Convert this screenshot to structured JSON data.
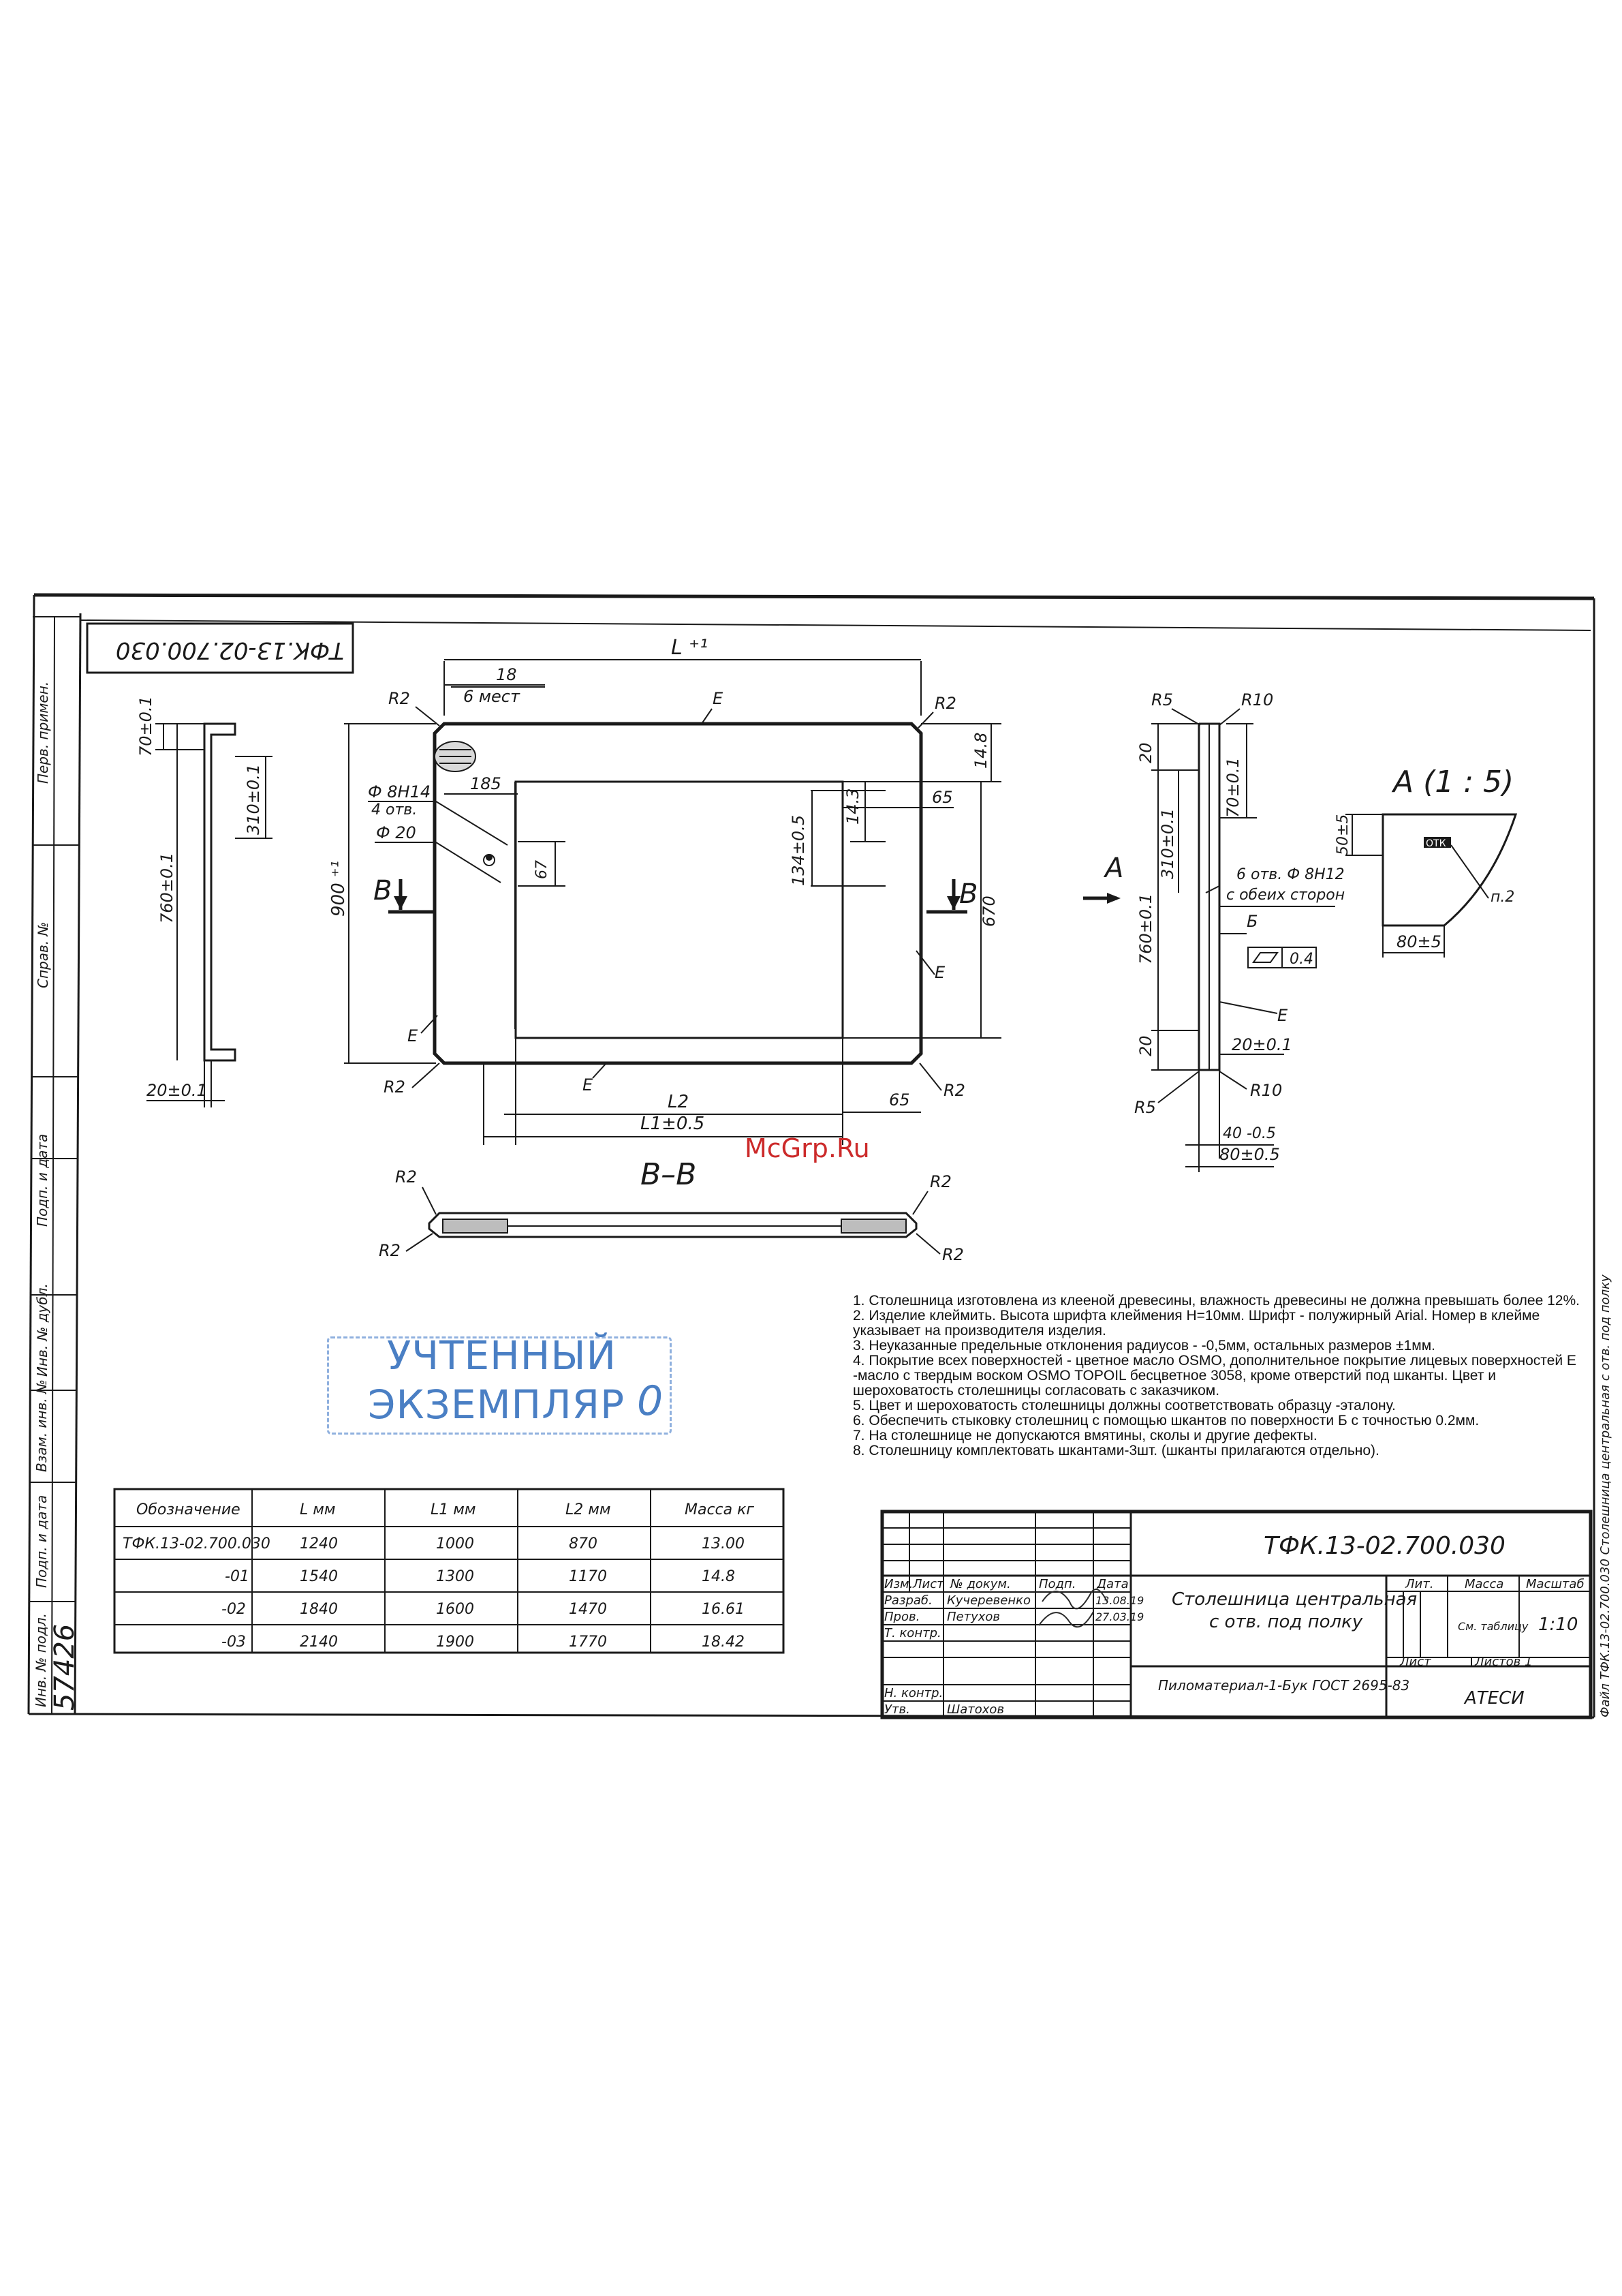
{
  "drawing_number": "ТФК.13-02.700.030",
  "title_block": {
    "name_line1": "Столешница центральная",
    "name_line2": "с отв. под полку",
    "material": "Пиломатериал-1-Бук ГОСТ 2695-83",
    "company": "АТЕСИ",
    "scale": "1:10",
    "mass": "См. таблицу",
    "sheet_label": "Лист",
    "sheets_label": "Листов 1",
    "col_lit": "Лит.",
    "col_mass": "Масса",
    "col_scale": "Масштаб",
    "row_headers": [
      "Изм.",
      "Лист",
      "№ докум.",
      "Подп.",
      "Дата"
    ],
    "roles": [
      "Разраб.",
      "Пров.",
      "Т. контр.",
      "Н. контр.",
      "Утв."
    ],
    "people": [
      "Кучеревенко",
      "Петухов",
      "Шатохов"
    ],
    "dates": [
      "13.08.19",
      "27.03.19"
    ]
  },
  "side_labels": [
    "Перв. примен.",
    "Справ. №",
    "Подп. и дата",
    "Инв. № дубл.",
    "Взам. инв. №",
    "Подп. и дата",
    "Инв. № подл."
  ],
  "side_inv_number": "57426",
  "rotated_stamp": "ТФК.13-02.700.030",
  "right_margin_text": "Файл ТФК.13-02.700.030 Столешница центральная с отв. под полку",
  "dimensions": {
    "L": "L ⁺¹",
    "L1": "L1±0.5",
    "L2": "L2",
    "d18": "18",
    "d6mest": "6 мест",
    "d185": "185",
    "d65a": "65",
    "d65b": "65",
    "d14_8": "14.8",
    "d14_3": "14.3",
    "d134": "134±0.5",
    "d670": "670",
    "d900": "900 ⁺¹",
    "d67": "67",
    "hole1": "Ф 8H14",
    "hole1b": "4 отв.",
    "hole2": "Ф 20",
    "r2": "R2",
    "e": "Е",
    "left_70": "70±0.1",
    "left_310": "310±0.1",
    "left_760": "760±0.1",
    "left_20": "20±0.1",
    "side_r5": "R5",
    "side_r10": "R10",
    "side_20a": "20",
    "side_20b": "20",
    "side_310": "310±0.1",
    "side_70": "70±0.1",
    "side_760": "760±0.1",
    "side_holes": "6 отв. Ф 8H12",
    "side_holes2": "с обеих сторон",
    "side_b": "Б",
    "side_tol": "0.4",
    "side_20_01": "20±0.1",
    "side_40": "40 -0.5",
    "side_80": "80±0.5",
    "view_a": "А",
    "detail_a": "А  (1 : 5)",
    "detail_50": "50±5",
    "detail_80": "80±5",
    "detail_otk": "ОТК",
    "detail_n2": "п.2",
    "section_label": "В–В",
    "view_b": "В"
  },
  "notes": [
    "1. Столешница изготовлена из клееной древесины, влажность древесины не должна превышать более 12%.",
    "2. Изделие клеймить. Высота шрифта клеймения H=10мм. Шрифт - полужирный Arial. Номер в клейме указывает на производителя изделия.",
    "3. Неуказанные предельные отклонения радиусов - -0,5мм, остальных размеров ±1мм.",
    "4. Покрытие всех поверхностей - цветное масло OSMO, дополнительное покрытие лицевых поверхностей Е -масло с твердым воском OSMO TOPOIL бесцветное 3058, кроме отверстий под шканты. Цвет и шероховатость столешницы согласовать с заказчиком.",
    "5. Цвет и шероховатость столешницы должны соответствовать образцу -эталону.",
    "6. Обеспечить стыковку столешниц с помощью шкантов по поверхности Б с точностью 0.2мм.",
    "7. На столешнице не допускаются вмятины, сколы и другие дефекты.",
    "8. Столешницу комплектовать шкантами-3шт. (шканты прилагаются отдельно)."
  ],
  "stamp": {
    "line1": "УЧТЕННЫЙ",
    "line2": "ЭКЗЕМПЛЯР",
    "mark": "0"
  },
  "watermark": "McGrp.Ru",
  "variants_table": {
    "headers": [
      "Обозначение",
      "L мм",
      "L1 мм",
      "L2 мм",
      "Масса кг"
    ],
    "rows": [
      [
        "ТФК.13-02.700.030",
        "1240",
        "1000",
        "870",
        "13.00"
      ],
      [
        "-01",
        "1540",
        "1300",
        "1170",
        "14.8"
      ],
      [
        "-02",
        "1840",
        "1600",
        "1470",
        "16.61"
      ],
      [
        "-03",
        "2140",
        "1900",
        "1770",
        "18.42"
      ]
    ]
  }
}
